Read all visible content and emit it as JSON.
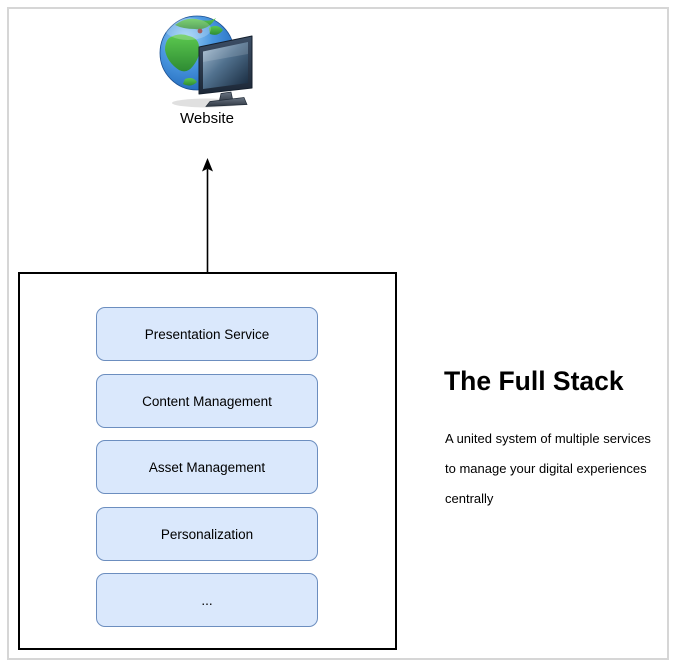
{
  "diagram": {
    "website": {
      "label": "Website",
      "icon": "globe-monitor-icon"
    },
    "stack": {
      "boxes": [
        {
          "label": "Presentation Service"
        },
        {
          "label": "Content Management"
        },
        {
          "label": "Asset Management"
        },
        {
          "label": "Personalization"
        },
        {
          "label": "..."
        }
      ]
    },
    "description": {
      "title": "The Full Stack",
      "lines": [
        "A united system of multiple services",
        "to manage your digital experiences",
        "centrally"
      ]
    },
    "colors": {
      "service_box_fill": "#dae8fc",
      "service_box_border": "#6c8ebf",
      "container_border": "#000000",
      "page_frame_border": "#d6d6d6",
      "arrow": "#000000",
      "text": "#000000"
    }
  }
}
